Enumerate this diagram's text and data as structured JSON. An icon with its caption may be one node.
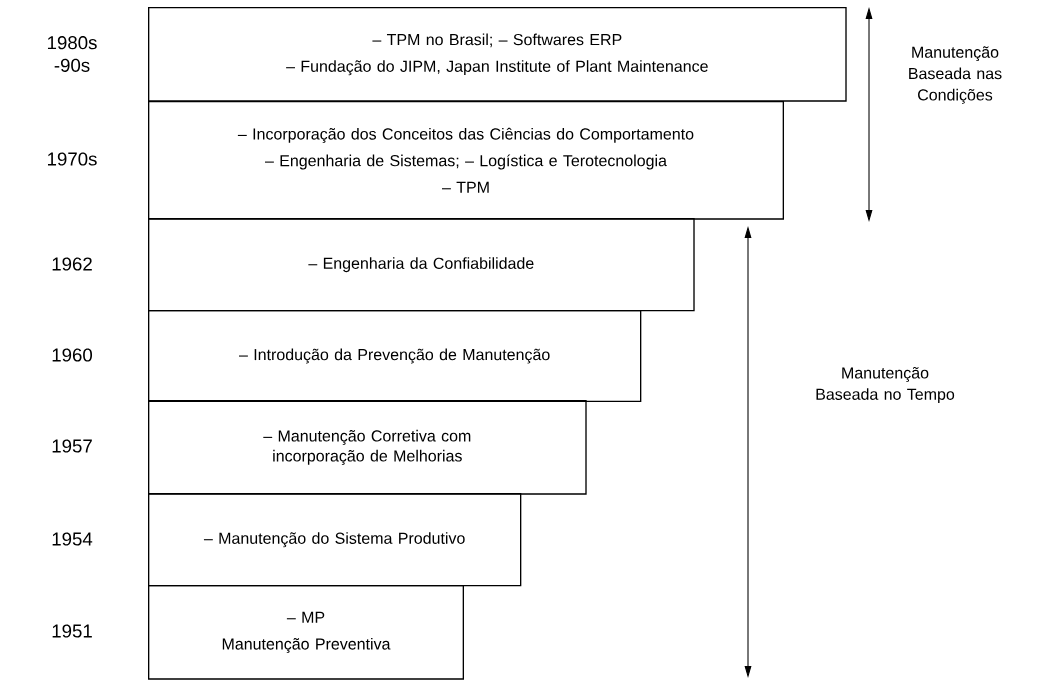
{
  "diagram": {
    "nodes": [
      {
        "text": [
          "– TPM no Brasil; – Softwares ERP",
          "– Fundação do JIPM, Japan Institute of Plant Maintenance"
        ],
        "beside": [
          "1980s -90s"
        ]
      },
      {
        "text": [
          "– Incorporação dos Conceitos das Ciências do Comportamento",
          "– Engenharia de Sistemas; – Logística e Terotecnologia",
          "– TPM"
        ],
        "beside": [
          "1970s"
        ]
      },
      {
        "text": [
          "– Engenharia da Confiabilidade"
        ],
        "beside": [
          "1962"
        ]
      },
      {
        "text": [
          "– Introdução da Prevenção de Manutenção"
        ],
        "beside": [
          "1960"
        ]
      },
      {
        "text": [
          "– Manutenção Corretiva com incorporação de Melhorias"
        ],
        "beside": [
          "1957"
        ]
      },
      {
        "text": [
          "– Manutenção do Sistema Produtivo"
        ],
        "beside": [
          "1954"
        ]
      },
      {
        "text": [
          "– MP",
          "Manutenção Preventiva"
        ],
        "beside": [
          "1951"
        ]
      }
    ],
    "labels": [
      "Manutenção Baseada nas Condições",
      "Manutenção Baseada no Tempo"
    ]
  }
}
